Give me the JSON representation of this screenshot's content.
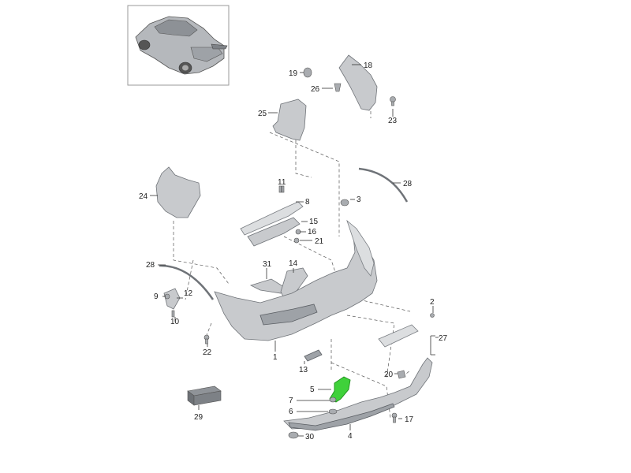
{
  "thumbnail": {
    "icon": "car-rear-three-quarter-icon"
  },
  "callouts": [
    {
      "id": "c1",
      "label": "1"
    },
    {
      "id": "c2",
      "label": "2"
    },
    {
      "id": "c3",
      "label": "3"
    },
    {
      "id": "c4",
      "label": "4"
    },
    {
      "id": "c5",
      "label": "5"
    },
    {
      "id": "c6",
      "label": "6"
    },
    {
      "id": "c7",
      "label": "7"
    },
    {
      "id": "c8",
      "label": "8"
    },
    {
      "id": "c9",
      "label": "9"
    },
    {
      "id": "c10",
      "label": "10"
    },
    {
      "id": "c11",
      "label": "11"
    },
    {
      "id": "c12",
      "label": "12"
    },
    {
      "id": "c13",
      "label": "13"
    },
    {
      "id": "c14",
      "label": "14"
    },
    {
      "id": "c15",
      "label": "15"
    },
    {
      "id": "c16",
      "label": "16"
    },
    {
      "id": "c17",
      "label": "17"
    },
    {
      "id": "c18",
      "label": "18"
    },
    {
      "id": "c19",
      "label": "19"
    },
    {
      "id": "c20",
      "label": "20"
    },
    {
      "id": "c21",
      "label": "21"
    },
    {
      "id": "c22",
      "label": "22"
    },
    {
      "id": "c23",
      "label": "23"
    },
    {
      "id": "c24",
      "label": "24"
    },
    {
      "id": "c25",
      "label": "25"
    },
    {
      "id": "c26",
      "label": "26"
    },
    {
      "id": "c27",
      "label": "27"
    },
    {
      "id": "c28a",
      "label": "28"
    },
    {
      "id": "c28b",
      "label": "28"
    },
    {
      "id": "c29",
      "label": "29"
    },
    {
      "id": "c30",
      "label": "30"
    },
    {
      "id": "c31",
      "label": "31"
    }
  ],
  "highlighted_part": "5",
  "colors": {
    "highlight": "#3fd13a",
    "part": "#c8cacd",
    "outline": "#6f7378"
  }
}
